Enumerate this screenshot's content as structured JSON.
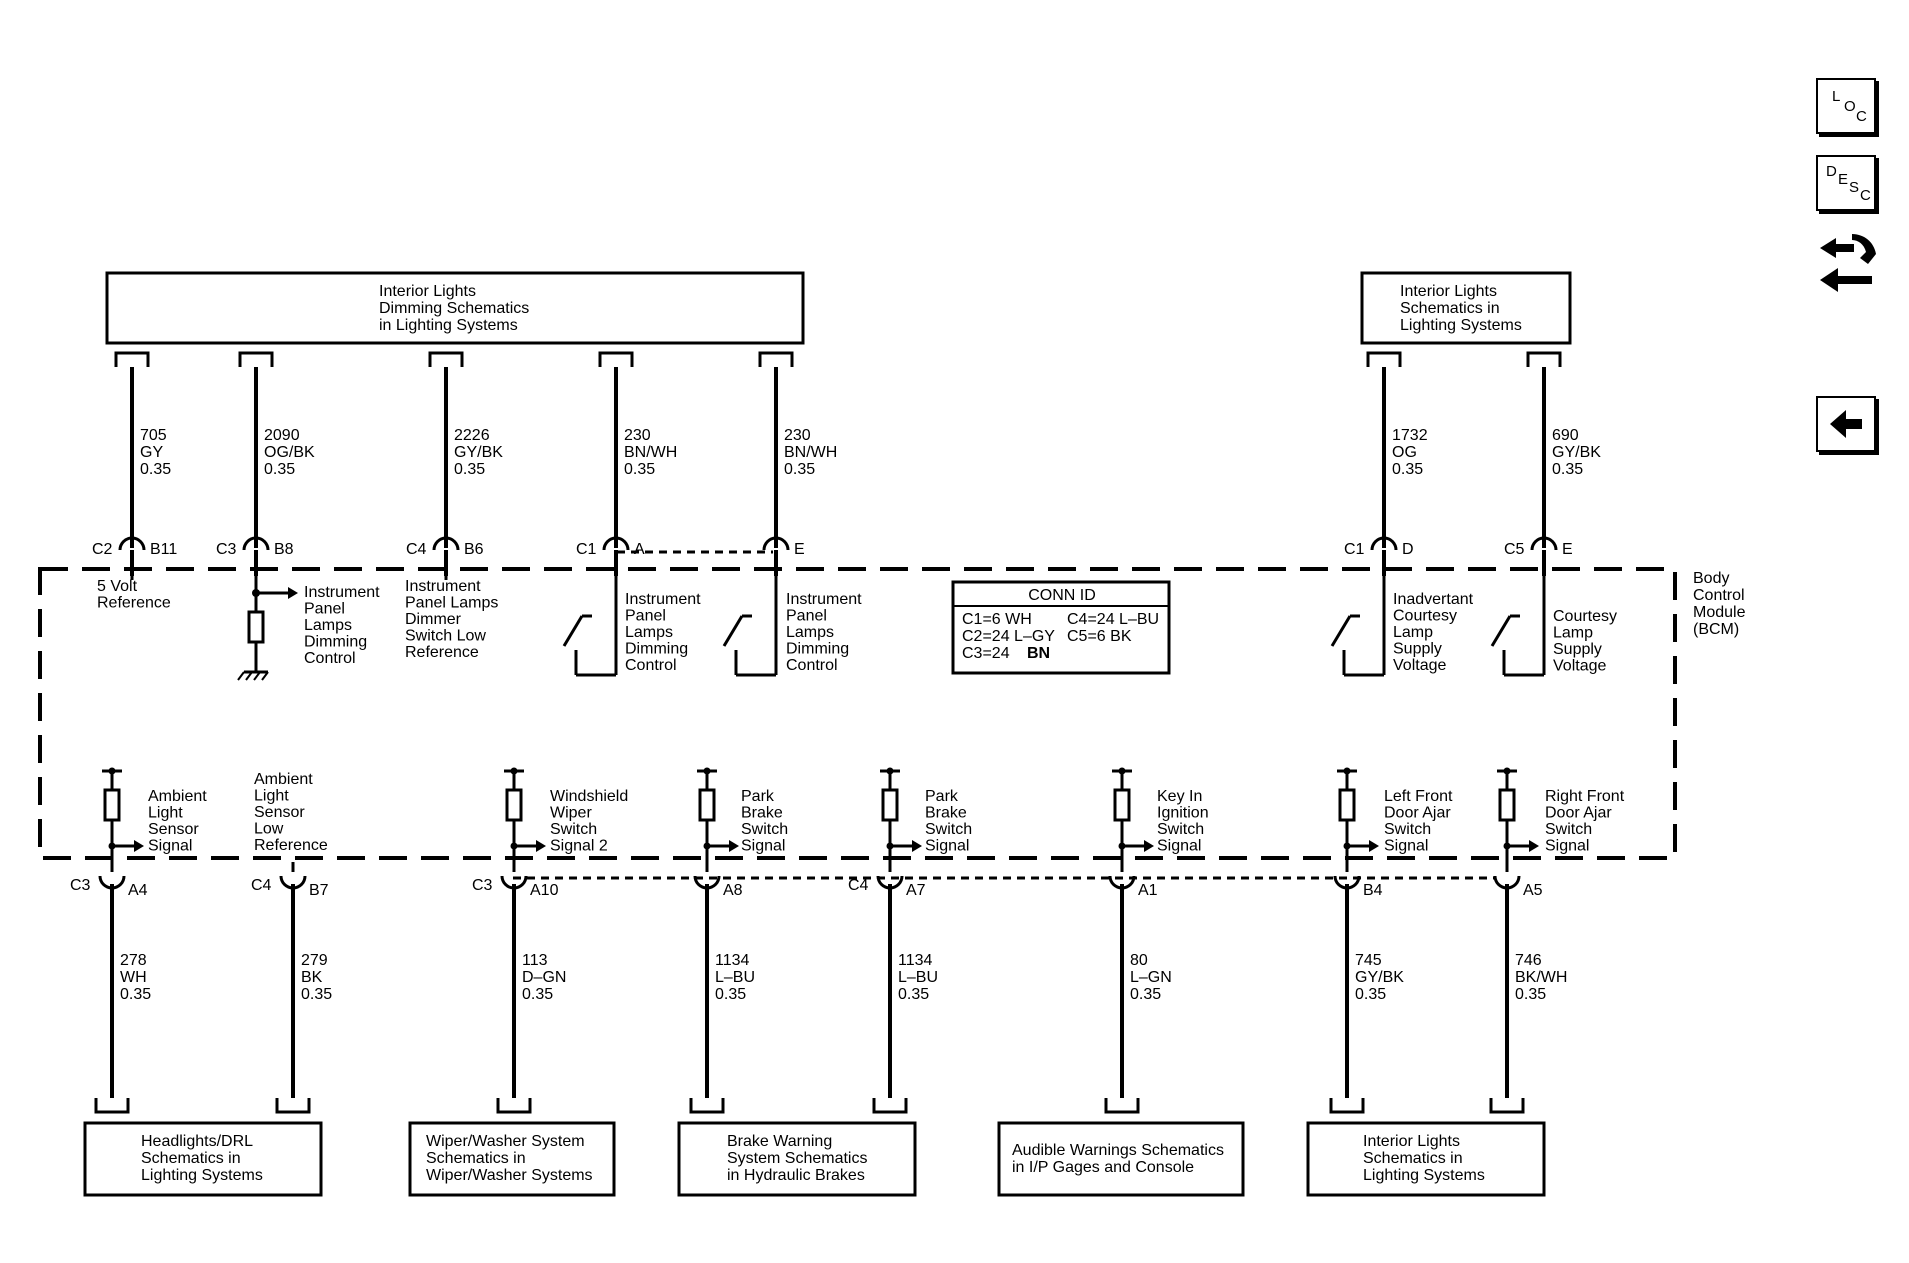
{
  "top_boxes": [
    {
      "lines": [
        "Interior Lights",
        "Dimming Schematics",
        "in Lighting Systems"
      ]
    },
    {
      "lines": [
        "Interior Lights",
        "Schematics in",
        "Lighting Systems"
      ]
    }
  ],
  "top_wires": [
    {
      "circuit": "705",
      "color": "GY",
      "gauge": "0.35",
      "conn": "C2",
      "pin": "B11"
    },
    {
      "circuit": "2090",
      "color": "OG/BK",
      "gauge": "0.35",
      "conn": "C3",
      "pin": "B8"
    },
    {
      "circuit": "2226",
      "color": "GY/BK",
      "gauge": "0.35",
      "conn": "C4",
      "pin": "B6"
    },
    {
      "circuit": "230",
      "color": "BN/WH",
      "gauge": "0.35",
      "conn": "C1",
      "pin": "A"
    },
    {
      "circuit": "230",
      "color": "BN/WH",
      "gauge": "0.35",
      "conn": "",
      "pin": "E"
    },
    {
      "circuit": "1732",
      "color": "OG",
      "gauge": "0.35",
      "conn": "C1",
      "pin": "D"
    },
    {
      "circuit": "690",
      "color": "GY/BK",
      "gauge": "0.35",
      "conn": "C5",
      "pin": "E"
    }
  ],
  "top_labels": [
    [
      "5 Volt",
      "Reference"
    ],
    [
      "Instrument",
      "Panel",
      "Lamps",
      "Dimming",
      "Control"
    ],
    [
      "Instrument",
      "Panel Lamps",
      "Dimmer",
      "Switch Low",
      "Reference"
    ],
    [
      "Instrument",
      "Panel",
      "Lamps",
      "Dimming",
      "Control"
    ],
    [
      "Instrument",
      "Panel",
      "Lamps",
      "Dimming",
      "Control"
    ],
    [
      "Inadvertant",
      "Courtesy",
      "Lamp",
      "Supply",
      "Voltage"
    ],
    [
      "Courtesy",
      "Lamp",
      "Supply",
      "Voltage"
    ]
  ],
  "module": {
    "lines": [
      "Body",
      "Control",
      "Module",
      "(BCM)"
    ]
  },
  "conn_id": {
    "title": "CONN ID",
    "rows": [
      [
        "C1=6 WH",
        "C4=24 L–BU"
      ],
      [
        "C2=24 L–GY",
        "C5=6 BK"
      ],
      [
        "C3=24 ",
        ""
      ]
    ],
    "bold_tail": "BN"
  },
  "bottom_wires": [
    {
      "circuit": "278",
      "color": "WH",
      "gauge": "0.35",
      "conn": "C3",
      "pin": "A4",
      "label": [
        "Ambient",
        "Light",
        "Sensor",
        "Signal"
      ]
    },
    {
      "circuit": "279",
      "color": "BK",
      "gauge": "0.35",
      "conn": "C4",
      "pin": "B7",
      "label": [
        "Ambient",
        "Light",
        "Sensor",
        "Low",
        "Reference"
      ]
    },
    {
      "circuit": "113",
      "color": "D–GN",
      "gauge": "0.35",
      "conn": "C3",
      "pin": "A10",
      "label": [
        "Windshield",
        "Wiper",
        "Switch",
        "Signal 2"
      ]
    },
    {
      "circuit": "1134",
      "color": "L–BU",
      "gauge": "0.35",
      "conn": "",
      "pin": "A8",
      "label": [
        "Park",
        "Brake",
        "Switch",
        "Signal"
      ]
    },
    {
      "circuit": "1134",
      "color": "L–BU",
      "gauge": "0.35",
      "conn": "C4",
      "pin": "A7",
      "label": [
        "Park",
        "Brake",
        "Switch",
        "Signal"
      ]
    },
    {
      "circuit": "80",
      "color": "L–GN",
      "gauge": "0.35",
      "conn": "",
      "pin": "A1",
      "label": [
        "Key In",
        "Ignition",
        "Switch",
        "Signal"
      ]
    },
    {
      "circuit": "745",
      "color": "GY/BK",
      "gauge": "0.35",
      "conn": "",
      "pin": "B4",
      "label": [
        "Left Front",
        "Door Ajar",
        "Switch",
        "Signal"
      ]
    },
    {
      "circuit": "746",
      "color": "BK/WH",
      "gauge": "0.35",
      "conn": "",
      "pin": "A5",
      "label": [
        "Right Front",
        "Door Ajar",
        "Switch",
        "Signal"
      ]
    }
  ],
  "bottom_boxes": [
    {
      "lines": [
        "Headlights/DRL",
        "Schematics in",
        "Lighting Systems"
      ]
    },
    {
      "lines": [
        "Wiper/Washer System",
        "Schematics in",
        "Wiper/Washer Systems"
      ]
    },
    {
      "lines": [
        "Brake Warning",
        "System Schematics",
        "in Hydraulic Brakes"
      ]
    },
    {
      "lines": [
        "Audible Warnings Schematics",
        "in I/P Gages and Console"
      ]
    },
    {
      "lines": [
        "Interior Lights",
        "Schematics in",
        "Lighting Systems"
      ]
    }
  ],
  "sidebar": {
    "loc": [
      "L",
      "O",
      "C"
    ],
    "desc": [
      "D",
      "E",
      "S",
      "C"
    ],
    "tool_icon": "wrench-arrows-icon",
    "back_icon": "back-arrow-icon"
  }
}
